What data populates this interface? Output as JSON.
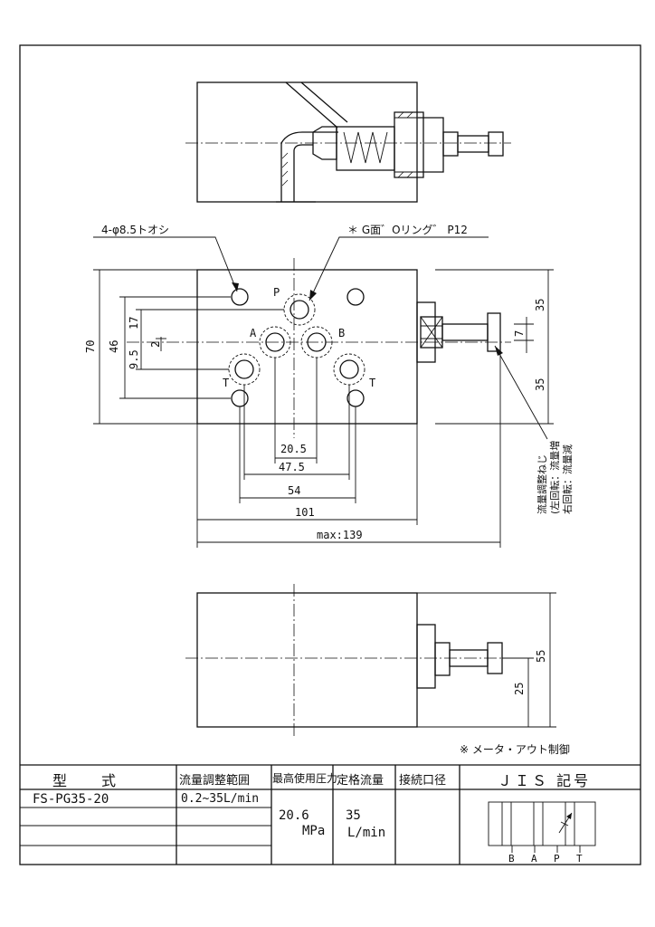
{
  "labels": {
    "holes": "4-φ8.5トオシ",
    "oring": "＊ G面゛Oリング゛ P12",
    "port_p": "P",
    "port_a": "A",
    "port_b": "B",
    "port_t_left": "T",
    "port_t_right": "T",
    "adjust_1": "流量調整ねじ",
    "adjust_2": "(左回転：流量増",
    "adjust_3": "右回転：流量減",
    "note": "※ メータ・アウト制御"
  },
  "dims": {
    "d70": "70",
    "d46": "46",
    "d17": "17",
    "d9_5": "9.5",
    "d2": "2",
    "d35_top": "35",
    "d35_bottom": "35",
    "d7": "7",
    "d20_5": "20.5",
    "d47_5": "47.5",
    "d54": "54",
    "d101": "101",
    "dmax": "max:139",
    "d55": "55",
    "d25": "25"
  },
  "table": {
    "headers": [
      "型　　式",
      "流量調整範囲",
      "最高使用圧力",
      "定格流量",
      "接続口径",
      "ＪＩＳ 記号"
    ],
    "model": "FS-PG35-20",
    "range": "0.2~35L/min",
    "pressure_value": "20.6",
    "pressure_unit": "MPa",
    "flow_value": "35",
    "flow_unit": "L/min",
    "symbol_ports": [
      "B",
      "A",
      "P",
      "T"
    ]
  }
}
